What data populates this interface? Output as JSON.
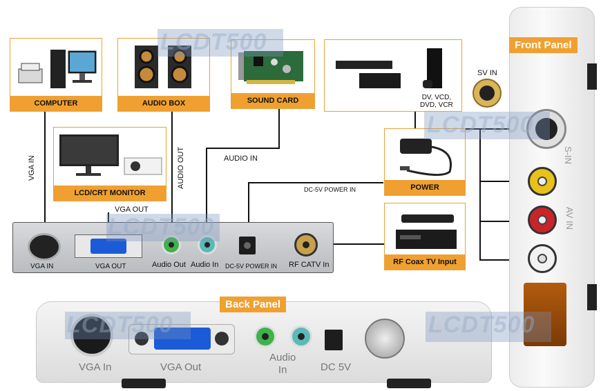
{
  "watermark": "LCDT500",
  "devices": {
    "computer": "COMPUTER",
    "audio_box": "AUDIO BOX",
    "sound_card": "SOUND CARD",
    "dvd": "DV, VCD,\nDVD, VCR",
    "monitor": "LCD/CRT MONITOR",
    "power": "POWER",
    "rf": "RF Coax TV Input"
  },
  "wire_labels": {
    "vga_in": "VGA IN",
    "audio_out": "AUDIO OUT",
    "audio_in": "AUDIO IN",
    "vga_out": "VGA OUT",
    "dc_power_in": "DC-5V POWER IN",
    "sv_in": "SV IN"
  },
  "top_panel_ports": {
    "vga_in": "VGA IN",
    "vga_out": "VGA OUT",
    "audio_out": "Audio Out",
    "audio_in": "Audio In",
    "dc": "DC-5V POWER IN",
    "rf": "RF CATV In"
  },
  "back_panel": {
    "title": "Back Panel",
    "vga_in": "VGA In",
    "vga_out": "VGA Out",
    "audio_in": "Audio\nIn",
    "dc": "DC 5V"
  },
  "front_panel": {
    "title": "Front Panel",
    "s_in": "S-IN",
    "av_in": "AV IN"
  },
  "colors": {
    "accent": "#f0a030",
    "panel_gray": "#c9ccd0",
    "audio_green": "#3fb24a",
    "audio_teal": "#5bbab6"
  }
}
